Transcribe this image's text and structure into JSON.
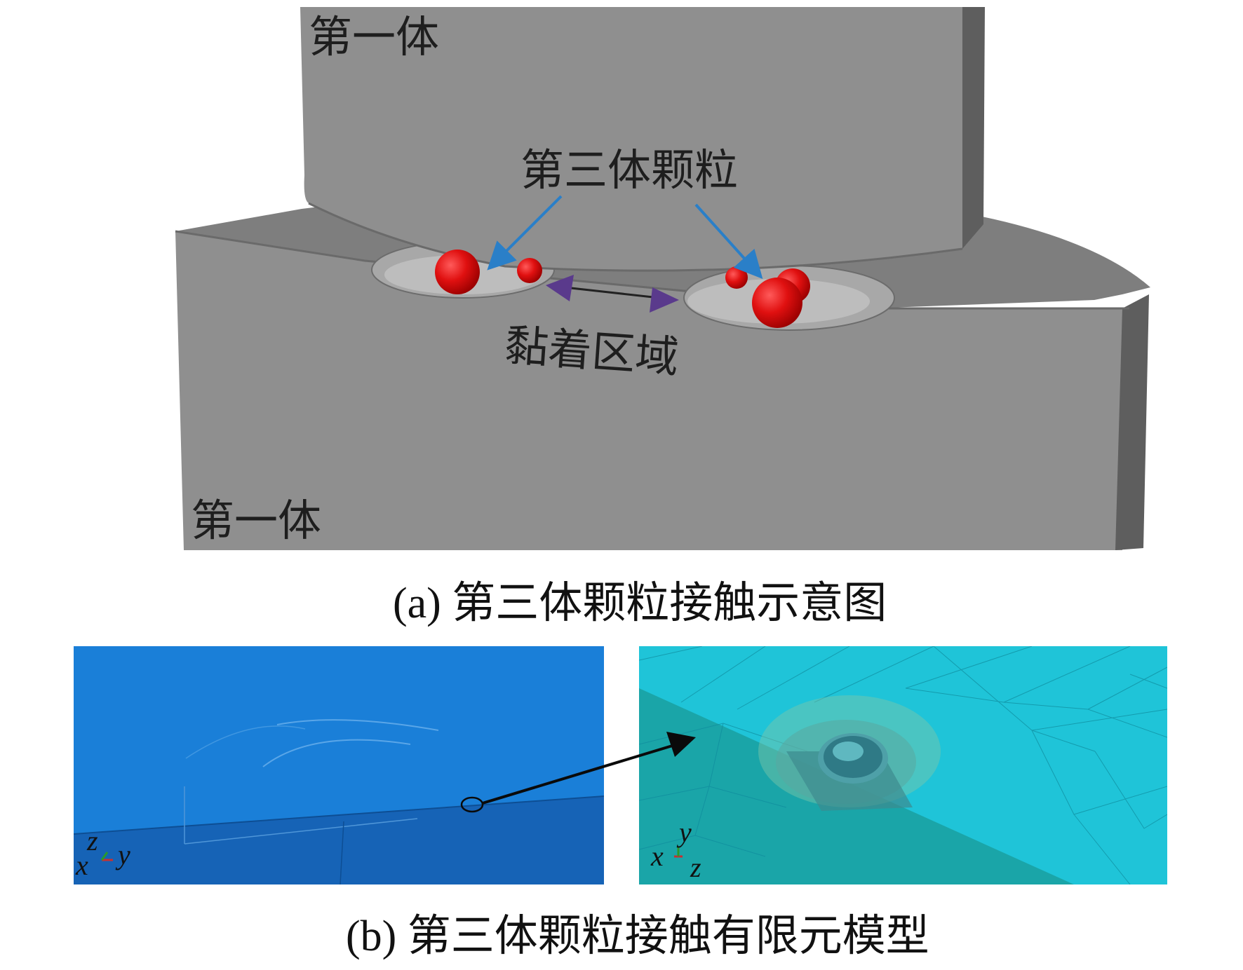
{
  "part_a": {
    "label_upper_body": "第一体",
    "label_lower_body": "第一体",
    "label_particles": "第三体颗粒",
    "label_stick_zone": "黏着区域",
    "caption": "(a) 第三体颗粒接触示意图"
  },
  "part_b": {
    "left_axes": {
      "z": "z",
      "x": "x",
      "y": "y"
    },
    "right_axes": {
      "y": "y",
      "x": "x",
      "z": "z"
    },
    "caption": "(b) 第三体颗粒接触有限元模型"
  },
  "colors": {
    "body_gray": "#8d8d8d",
    "particle_red": "#e01010",
    "arrow_blue": "#2a7fc8",
    "arrow_purple": "#5a3a8c",
    "fe_blue": "#1a7fd8",
    "mesh_cyan": "#1fc4d8"
  }
}
